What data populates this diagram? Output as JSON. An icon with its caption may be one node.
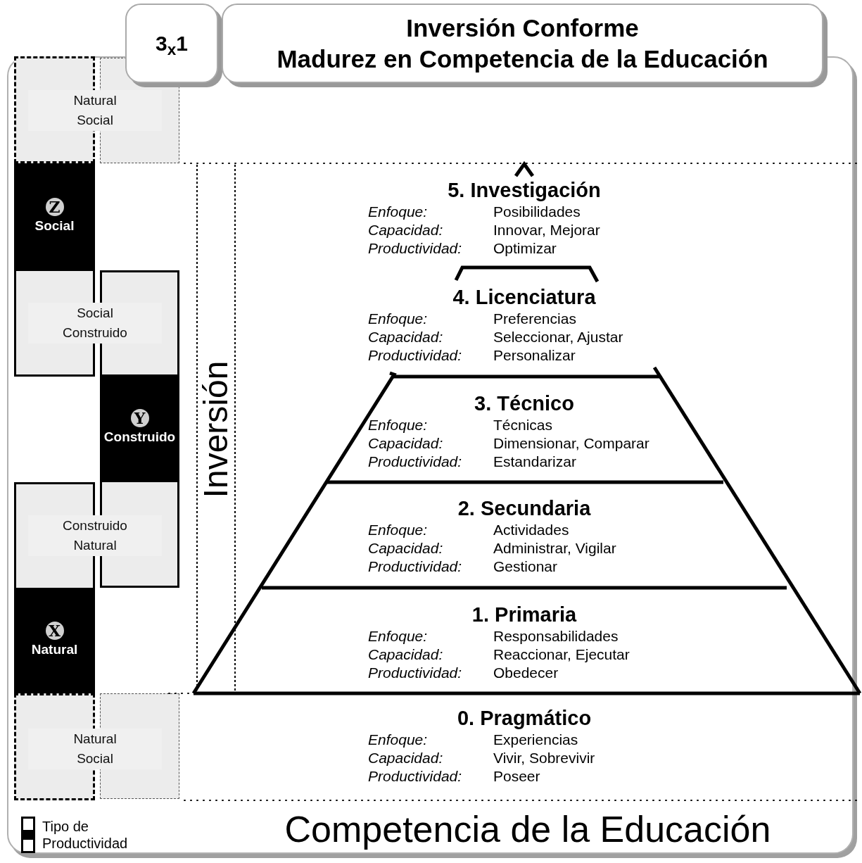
{
  "diagram": {
    "nodes": [
      {
        "text": [
          "3$_{x}$1"
        ]
      },
      {
        "text": [
          "Inversión Conforme",
          "Madurez en Competencia de la Educación"
        ]
      },
      {
        "text": [
          "Natural",
          "Social"
        ]
      },
      {
        "text": [
          "Z",
          "Social"
        ]
      },
      {
        "text": [
          "Social",
          "Construido"
        ]
      },
      {
        "text": [
          "Y",
          "Construido"
        ]
      },
      {
        "text": [
          "Construido",
          "Natural"
        ]
      },
      {
        "text": [
          "X",
          "Natural"
        ]
      },
      {
        "text": [
          "Natural",
          "Social"
        ]
      },
      {
        "text": [
          "5. Investigación",
          "Enfoque:",
          "Posibilidades",
          "Capacidad:",
          "Innovar, Mejorar",
          "Productividad:",
          "Optimizar"
        ]
      },
      {
        "text": [
          "4. Licenciatura",
          "Enfoque:",
          "Preferencias",
          "Capacidad:",
          "Seleccionar, Ajustar",
          "Productividad:",
          "Personalizar"
        ]
      },
      {
        "text": [
          "3. Técnico",
          "Enfoque:",
          "Técnicas",
          "Capacidad:",
          "Dimensionar, Comparar",
          "Productividad:",
          "Estandarizar"
        ]
      },
      {
        "text": [
          "2. Secundaria",
          "Enfoque:",
          "Actividades",
          "Capacidad:",
          "Administrar, Vigilar",
          "Productividad:",
          "Gestionar"
        ]
      },
      {
        "text": [
          "1. Primaria",
          "Enfoque:",
          "Responsabilidades",
          "Capacidad:",
          "Reaccionar, Ejecutar",
          "Productividad:",
          "Obedecer"
        ]
      },
      {
        "text": [
          "0. Pragmático",
          "Enfoque:",
          "Experiencias",
          "Capacidad:",
          "Vivir, Sobrevivir",
          "Productividad:",
          "Poseer"
        ]
      }
    ],
    "edges": [],
    "labels": [
      "Inversión",
      "Competencia de la Educación"
    ],
    "legend": [
      {
        "text": "Tipo de Productividad"
      }
    ]
  }
}
